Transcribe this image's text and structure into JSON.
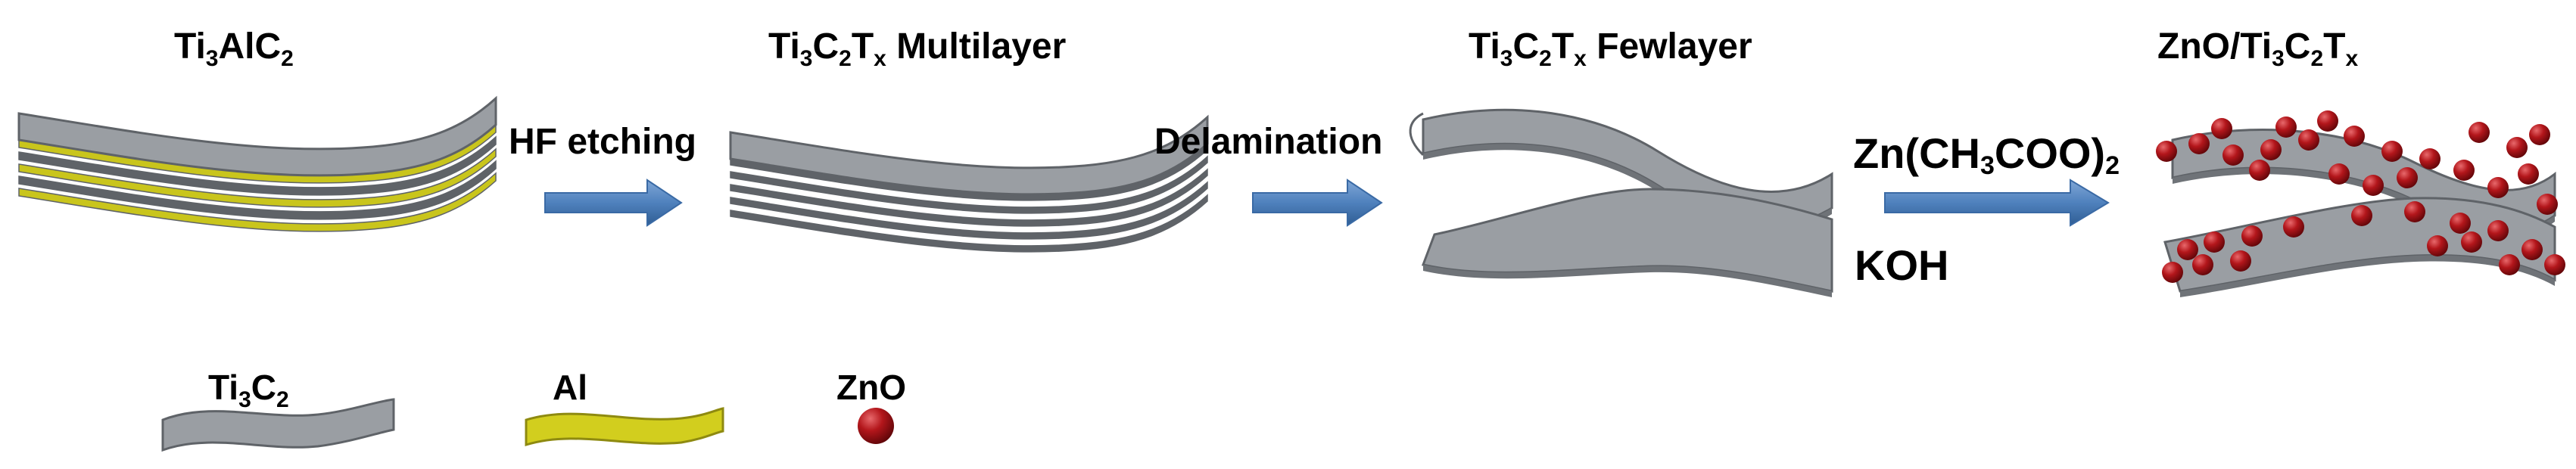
{
  "stages": [
    {
      "formula": [
        {
          "t": "Ti"
        },
        {
          "s": "3"
        },
        {
          "t": "AlC"
        },
        {
          "s": "2"
        }
      ]
    },
    {
      "formula": [
        {
          "t": "Ti"
        },
        {
          "s": "3"
        },
        {
          "t": "C"
        },
        {
          "s": "2"
        },
        {
          "t": "T"
        },
        {
          "s": "x"
        },
        {
          "t": " Multilayer"
        }
      ]
    },
    {
      "formula": [
        {
          "t": "Ti"
        },
        {
          "s": "3"
        },
        {
          "t": "C"
        },
        {
          "s": "2"
        },
        {
          "t": "T"
        },
        {
          "s": "x"
        },
        {
          "t": " Fewlayer"
        }
      ]
    },
    {
      "formula": [
        {
          "t": "ZnO/Ti"
        },
        {
          "s": "3"
        },
        {
          "t": "C"
        },
        {
          "s": "2"
        },
        {
          "t": "T"
        },
        {
          "s": "x"
        }
      ]
    }
  ],
  "steps": [
    {
      "label": "HF etching"
    },
    {
      "label": "Delamination"
    },
    {
      "label_top": [
        {
          "t": "Zn(CH"
        },
        {
          "s": "3"
        },
        {
          "t": "COO)"
        },
        {
          "s": "2"
        }
      ],
      "label_bottom": "KOH"
    }
  ],
  "legend": [
    {
      "formula": [
        {
          "t": "Ti"
        },
        {
          "s": "3"
        },
        {
          "t": "C"
        },
        {
          "s": "2"
        }
      ],
      "icon": "ti3c2-sheet-icon"
    },
    {
      "formula": [
        {
          "t": "Al"
        }
      ],
      "icon": "al-sheet-icon"
    },
    {
      "formula": [
        {
          "t": "ZnO"
        }
      ],
      "icon": "zno-sphere-icon"
    }
  ],
  "colors": {
    "sheet_face": "#9a9ea3",
    "sheet_edge": "#5f6368",
    "al_layer": "#c9c51c",
    "arrow": "#4f81bd",
    "zno": "#b3161b"
  }
}
